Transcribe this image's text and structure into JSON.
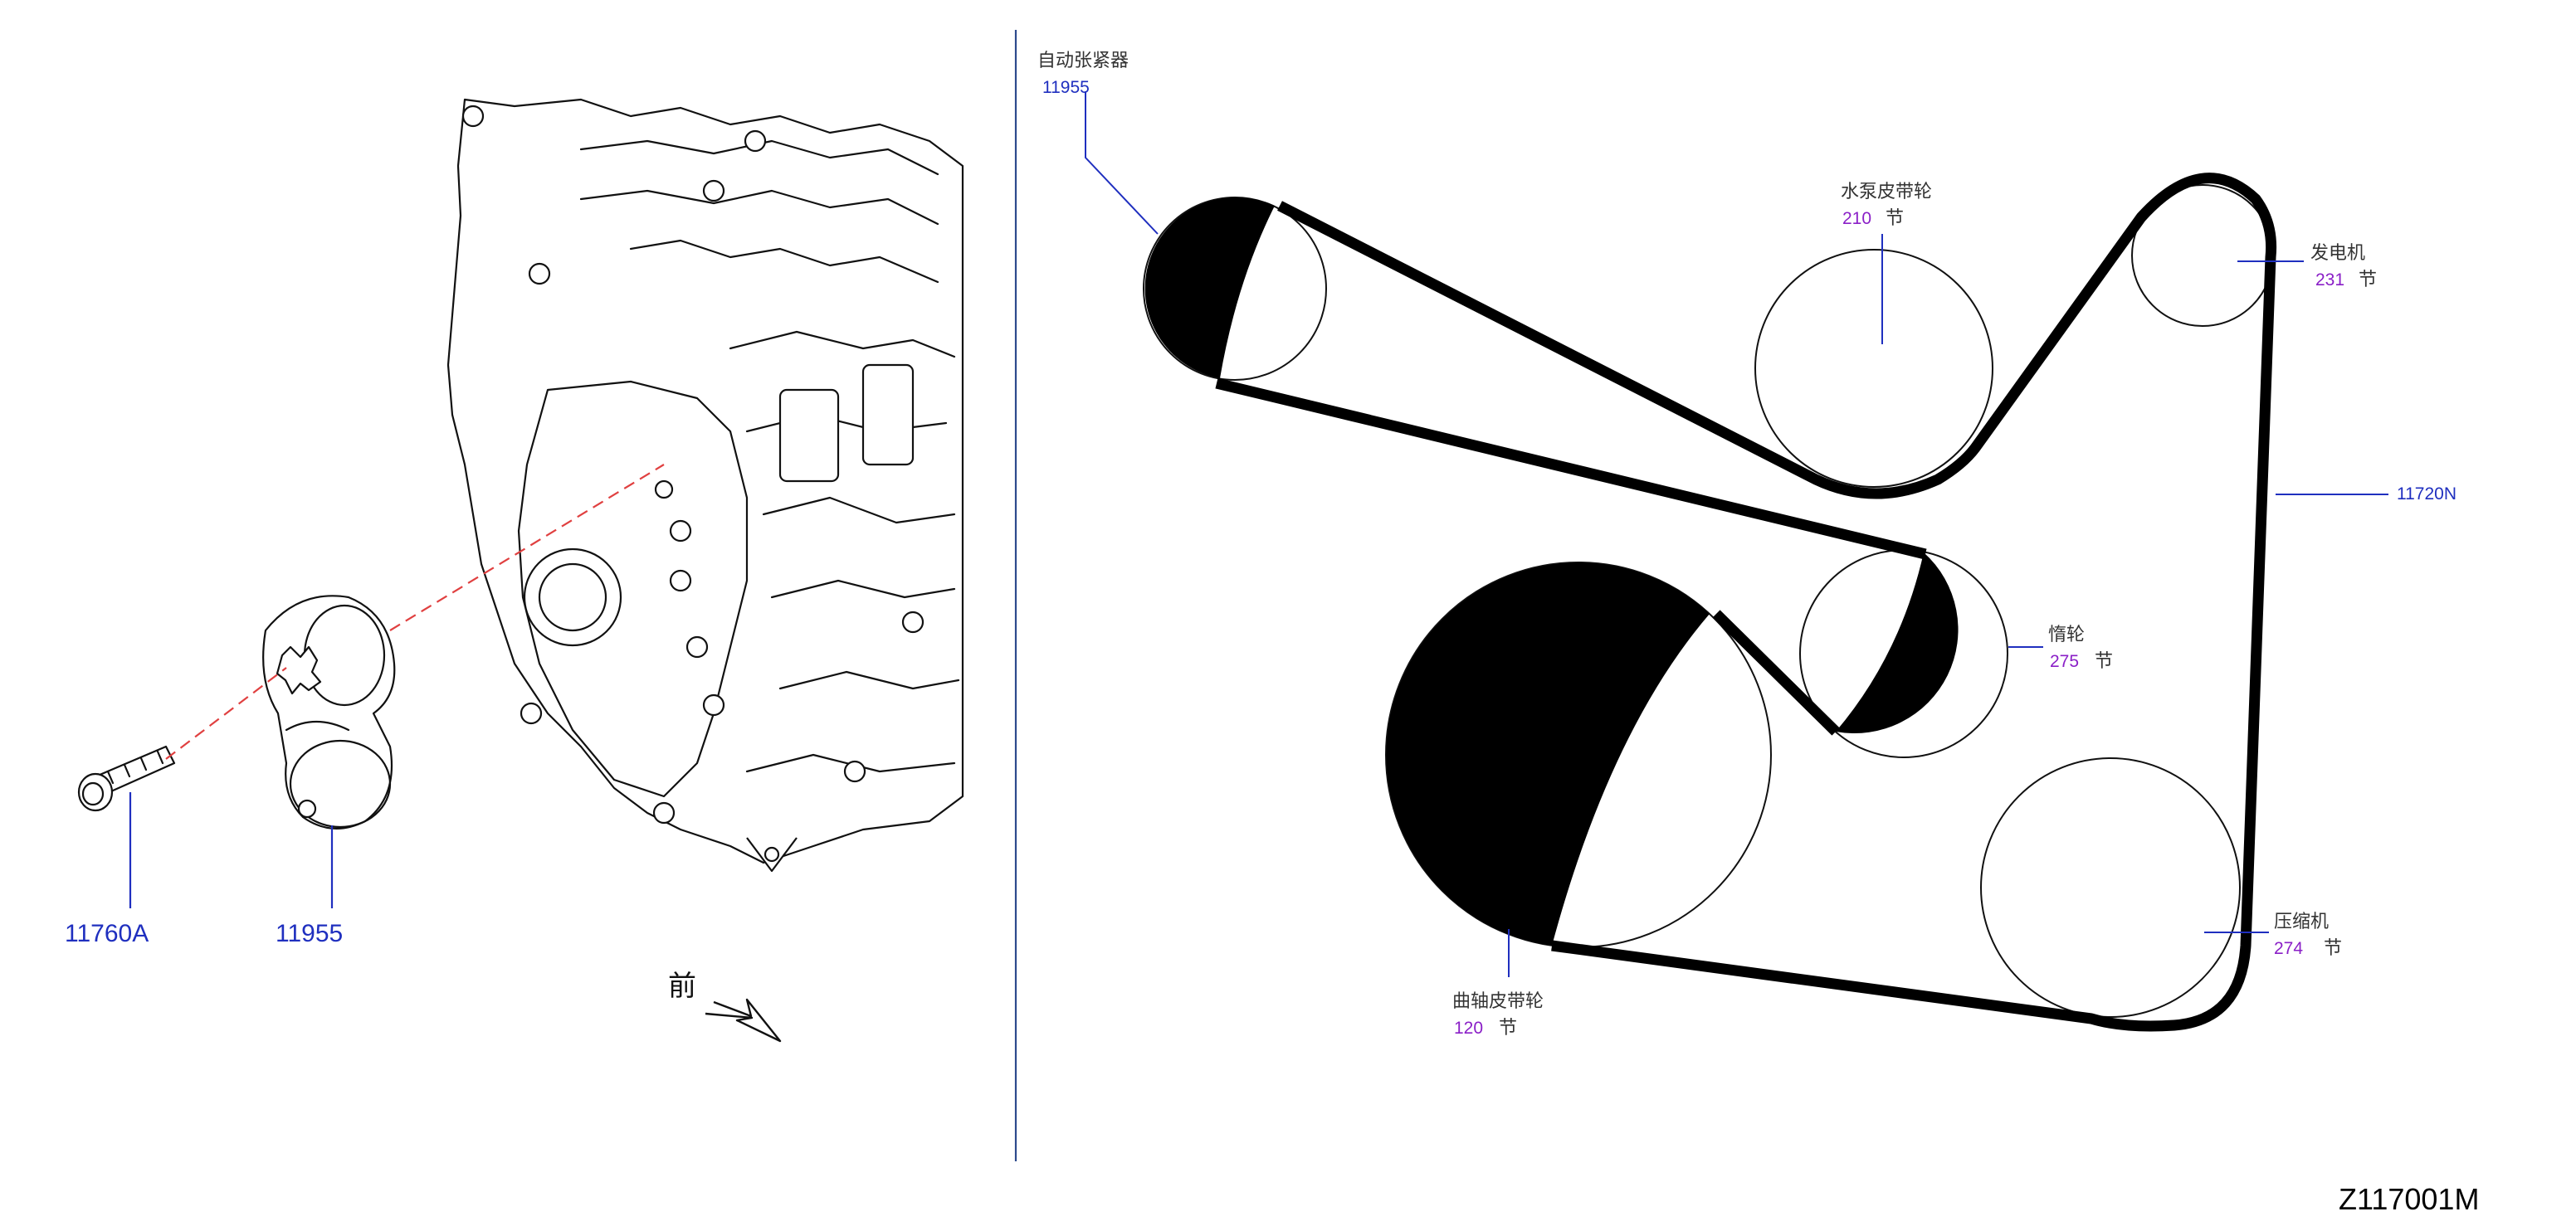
{
  "colors": {
    "part_blue": "#1f2fbf",
    "spec_purple": "#8a1fc7",
    "divider": "#2d4a8c",
    "belt": "#000000"
  },
  "left": {
    "front_label": "前",
    "part_bolt": "11760A",
    "part_tensioner": "11955"
  },
  "right": {
    "tensioner": {
      "name": "自动张紧器",
      "part": "11955"
    },
    "water_pump": {
      "name": "水泵皮带轮",
      "value": "210",
      "unit": "节"
    },
    "alternator": {
      "name": "发电机",
      "value": "231",
      "unit": "节"
    },
    "belt": {
      "part": "11720N"
    },
    "idler": {
      "name": "惰轮",
      "value": "275",
      "unit": "节"
    },
    "compressor": {
      "name": "压缩机",
      "value": "274",
      "unit": "节"
    },
    "crankshaft": {
      "name": "曲轴皮带轮",
      "value": "120",
      "unit": "节"
    }
  },
  "diagram_code": "Z117001M"
}
